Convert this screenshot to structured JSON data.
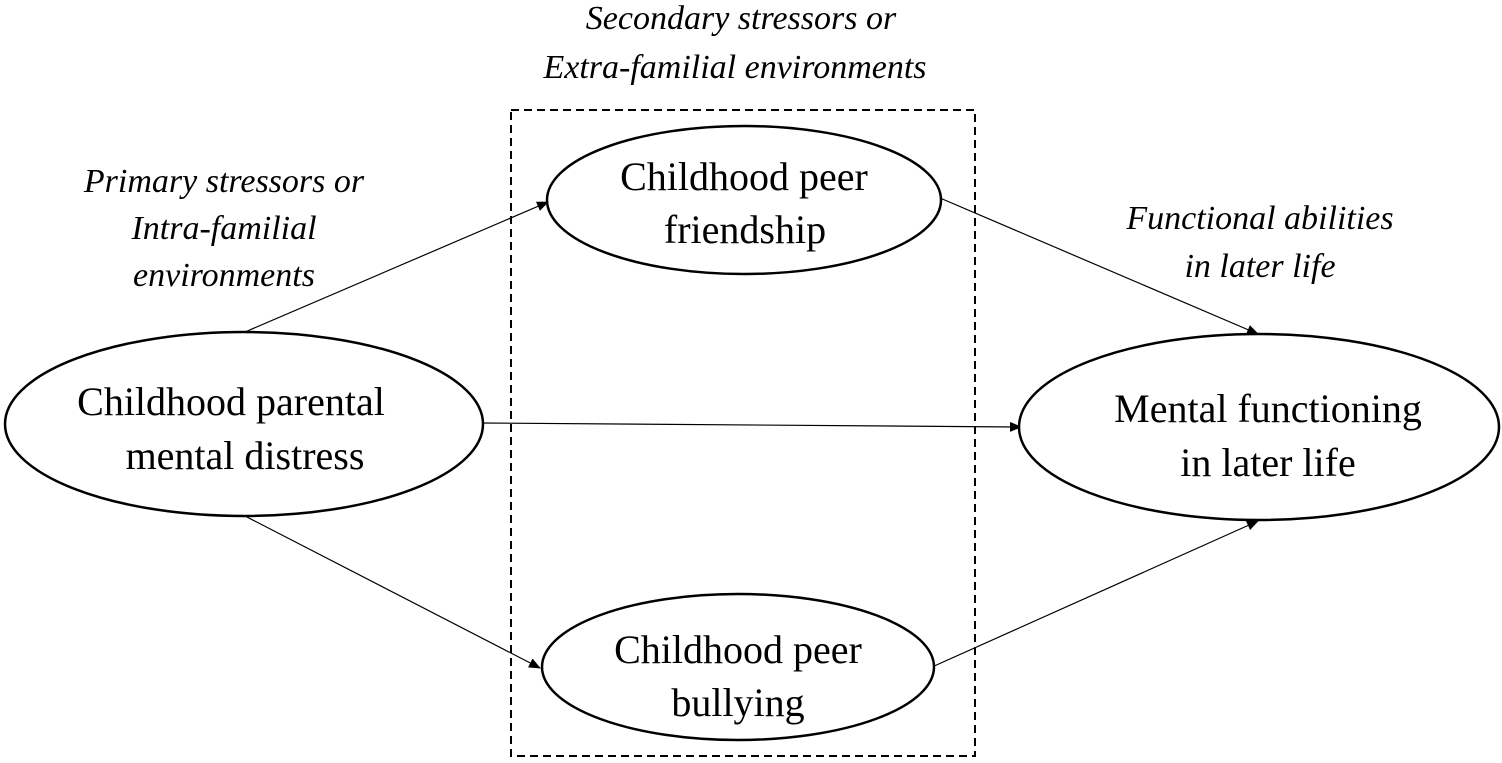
{
  "diagram": {
    "group_label": {
      "line1": "Secondary stressors or",
      "line2": "Extra-familial environments"
    },
    "primary_label": {
      "line1": "Primary stressors or",
      "line2": "Intra-familial",
      "line3": "environments"
    },
    "outcome_label": {
      "line1": "Functional abilities",
      "line2": "in later life"
    },
    "nodes": {
      "parental": {
        "line1": "Childhood parental",
        "line2": "mental distress"
      },
      "friendship": {
        "line1": "Childhood peer",
        "line2": "friendship"
      },
      "bullying": {
        "line1": "Childhood peer",
        "line2": "bullying"
      },
      "mental": {
        "line1": "Mental functioning",
        "line2": "in later life"
      }
    },
    "edges": [
      {
        "from": "parental",
        "to": "friendship"
      },
      {
        "from": "parental",
        "to": "bullying"
      },
      {
        "from": "parental",
        "to": "mental"
      },
      {
        "from": "friendship",
        "to": "mental"
      },
      {
        "from": "bullying",
        "to": "mental"
      }
    ]
  }
}
